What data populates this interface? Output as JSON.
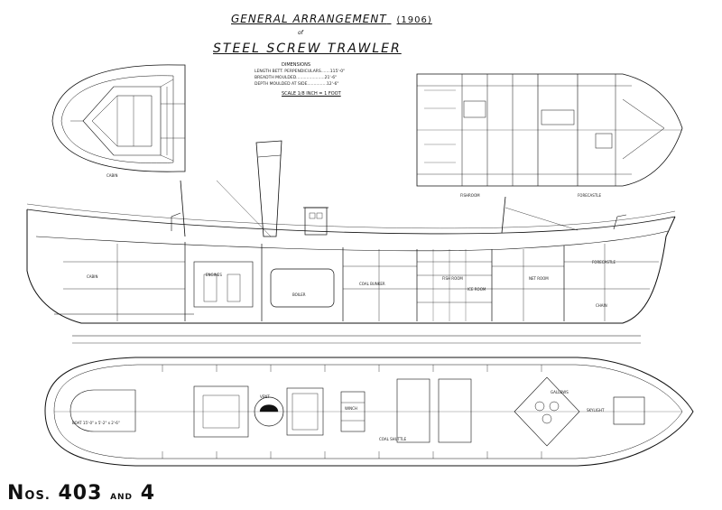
{
  "title": {
    "line1": "GENERAL ARRANGEMENT",
    "year": "(1906)",
    "of": "of",
    "line2": "STEEL SCREW TRAWLER"
  },
  "dimensions": {
    "heading": "DIMENSIONS",
    "rows": [
      "LENGTH BETT. PERPENDICULARS.......115'-0\"",
      "BREADTH MOULDED......................21'-6\"",
      "DEPTH MOULDED AT SIDE...............12'-6\""
    ],
    "scale": "SCALE 1/8 INCH = 1 FOOT"
  },
  "views": {
    "upper_left_label": "CABIN",
    "upper_right_label_1": "FISHROOM",
    "upper_right_label_2": "FORECASTLE"
  },
  "profile_labels": [
    "CABIN",
    "ENGINES",
    "BOILER",
    "COAL BUNKER",
    "FISH ROOM",
    "ICE ROOM",
    "NET ROOM",
    "FORECASTLE",
    "CHAIN"
  ],
  "deck_labels": [
    "BOAT 15'-0\" x 5'-2\" x 2'-6\"",
    "VENT",
    "WINCH",
    "GALLOWS",
    "SKYLIGHT",
    "COAL SHUTTLE"
  ],
  "drawing_number": {
    "prefix": "N",
    "os": "OS.",
    "n1": "403",
    "and": "AND",
    "n2": "4"
  }
}
